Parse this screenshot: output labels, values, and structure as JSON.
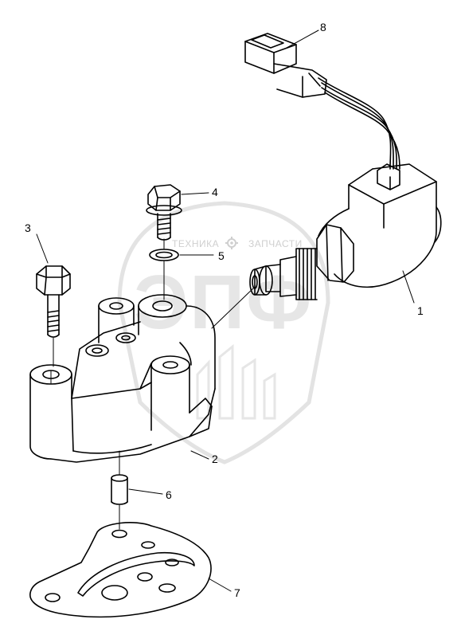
{
  "watermark": {
    "left_text": "ТЕХНИКА",
    "right_text": "ЗАПЧАСТИ",
    "logo_text": "ЭПФ",
    "gear_icon": "gear-icon"
  },
  "callouts": [
    {
      "id": "1",
      "label": "1"
    },
    {
      "id": "2",
      "label": "2"
    },
    {
      "id": "3",
      "label": "3"
    },
    {
      "id": "4",
      "label": "4"
    },
    {
      "id": "5",
      "label": "5"
    },
    {
      "id": "6",
      "label": "6"
    },
    {
      "id": "7",
      "label": "7"
    },
    {
      "id": "8",
      "label": "8"
    }
  ],
  "parts": {
    "solenoid_valve": "1",
    "valve_housing": "2",
    "long_bolt": "3",
    "flange_bolt": "4",
    "sealing_washer": "5",
    "dowel_pin": "6",
    "gasket_plate": "7",
    "electrical_connector": "8"
  }
}
